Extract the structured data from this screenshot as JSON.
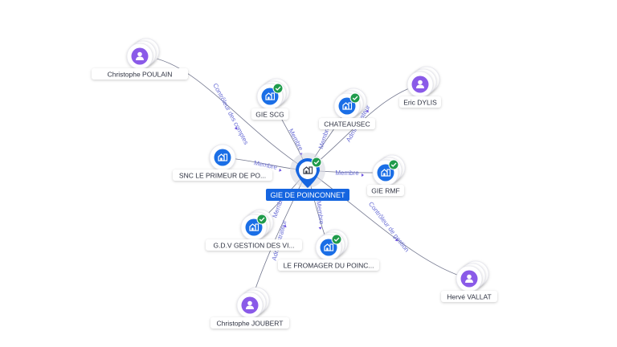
{
  "colors": {
    "company": "#1a6ee6",
    "person": "#8a5ae8",
    "verified": "#1f9b4b",
    "center_label": "#1565e0",
    "edge_label": "#6b6fd6"
  },
  "center": {
    "label": "GIE DE POINCONNET",
    "type": "company",
    "verified": true,
    "icon": "building-icon"
  },
  "nodes": [
    {
      "id": "poulain",
      "label": "Christophe POULAIN",
      "type": "person",
      "icon": "person-icon",
      "verified": false
    },
    {
      "id": "gie-scg",
      "label": "GIE SCG",
      "type": "company",
      "icon": "building-icon",
      "verified": true
    },
    {
      "id": "chateausec",
      "label": "CHATEAUSEC",
      "type": "company",
      "icon": "building-icon",
      "verified": true
    },
    {
      "id": "dylis",
      "label": "Eric DYLIS",
      "type": "person",
      "icon": "person-icon",
      "verified": false
    },
    {
      "id": "snc",
      "label": "SNC LE PRIMEUR DE PO...",
      "type": "company",
      "icon": "building-icon",
      "verified": false
    },
    {
      "id": "gie-rmf",
      "label": "GIE RMF",
      "type": "company",
      "icon": "building-icon",
      "verified": true
    },
    {
      "id": "gdv",
      "label": "G.D.V GESTION DES VI...",
      "type": "company",
      "icon": "building-icon",
      "verified": true
    },
    {
      "id": "fromager",
      "label": "LE FROMAGER DU POINC...",
      "type": "company",
      "icon": "building-icon",
      "verified": true
    },
    {
      "id": "joubert",
      "label": "Christophe JOUBERT",
      "type": "person",
      "icon": "person-icon",
      "verified": false
    },
    {
      "id": "vallat",
      "label": "Hervé VALLAT",
      "type": "person",
      "icon": "person-icon",
      "verified": false
    }
  ],
  "edges": [
    {
      "from": "poulain",
      "to": "center",
      "label": "Contrôleur des comptes"
    },
    {
      "from": "gie-scg",
      "to": "center",
      "label": "Membre"
    },
    {
      "from": "chateausec",
      "to": "center",
      "label": "Membre"
    },
    {
      "from": "dylis",
      "to": "center",
      "label": "Administrateur"
    },
    {
      "from": "snc",
      "to": "center",
      "label": "Membre"
    },
    {
      "from": "gie-rmf",
      "to": "center",
      "label": "Membre"
    },
    {
      "from": "gdv",
      "to": "center",
      "label": "Membre"
    },
    {
      "from": "fromager",
      "to": "center",
      "label": "Membre"
    },
    {
      "from": "joubert",
      "to": "center",
      "label": "Administrateur"
    },
    {
      "from": "vallat",
      "to": "center",
      "label": "Contrôleur de gestion"
    }
  ]
}
